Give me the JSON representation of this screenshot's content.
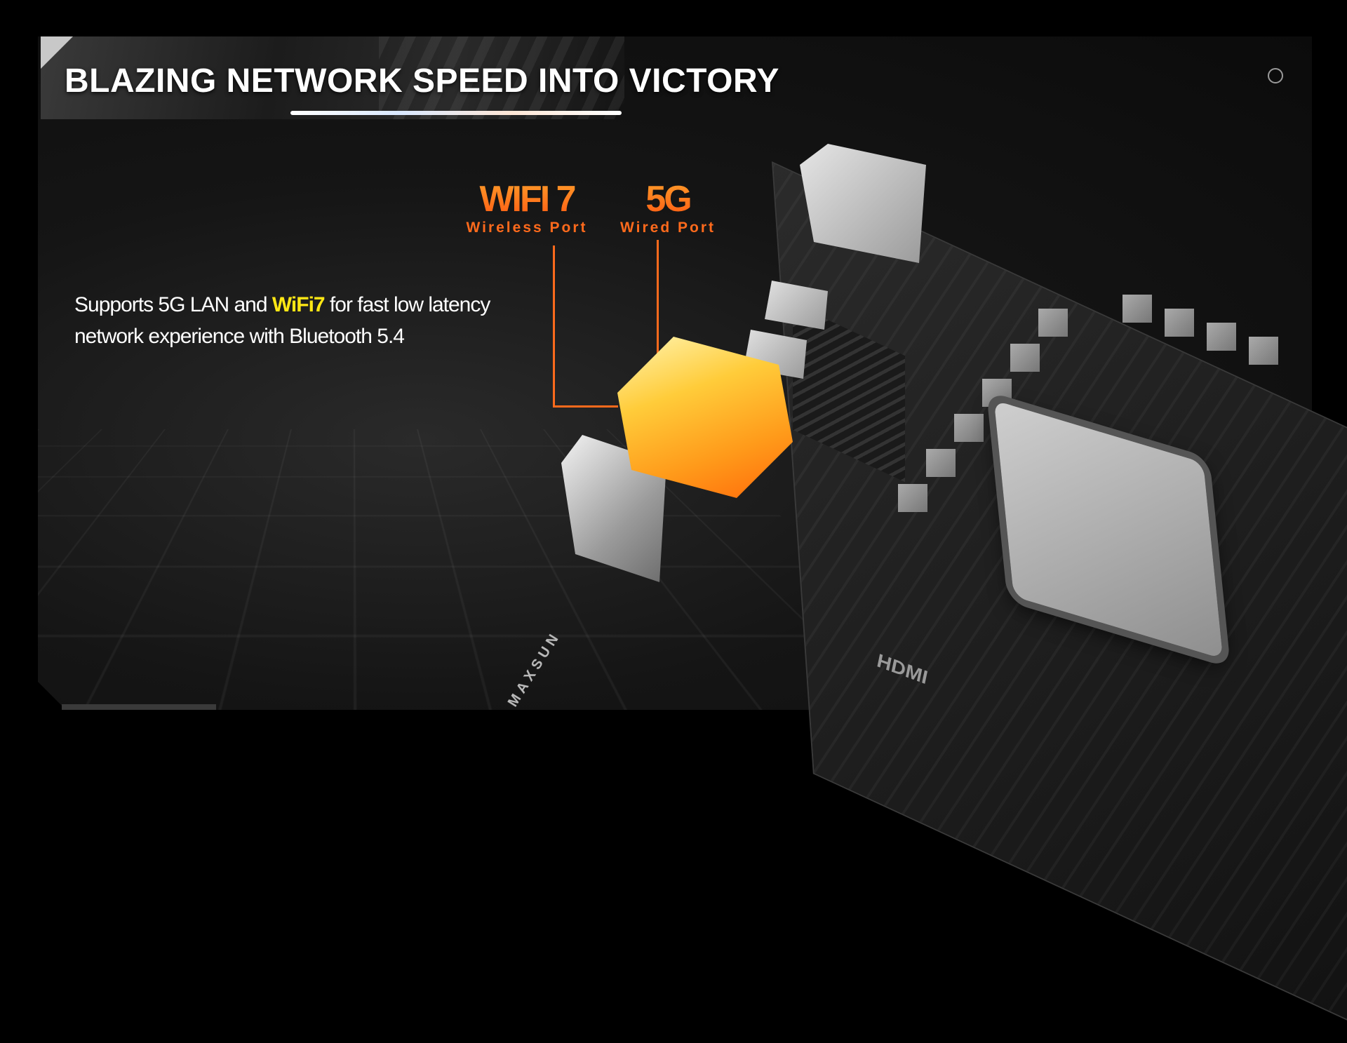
{
  "banner": {
    "title": "BLAZING NETWORK SPEED INTO VICTORY"
  },
  "ports": {
    "wifi": {
      "big": "WIFI 7",
      "small": "Wireless Port"
    },
    "wired": {
      "big": "5G",
      "small": "Wired Port"
    }
  },
  "description": {
    "part1": "Supports 5G LAN and ",
    "highlight": "WiFi7",
    "part2": " for fast low latency network experience with Bluetooth 5.4"
  },
  "board_labels": {
    "brand": "MAXSUN",
    "hdmi": "HDMI"
  },
  "colors": {
    "accent": "#ff6a1c",
    "highlight": "#ffe714"
  }
}
